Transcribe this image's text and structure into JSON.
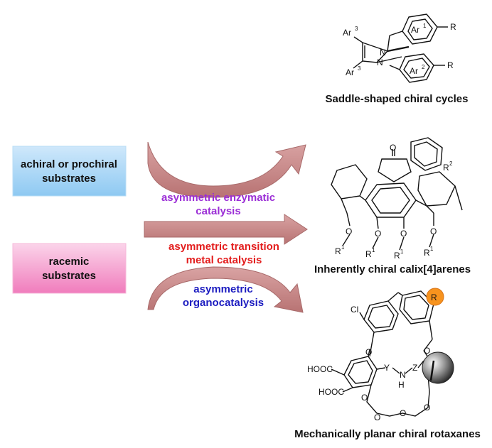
{
  "colors": {
    "blue_box_top": "#cfe8fb",
    "blue_box_bottom": "#8ec9f2",
    "pink_box_top": "#fbd4ea",
    "pink_box_bottom": "#f07cbc",
    "arrow_fill": "#c98c8c",
    "arrow_dark": "#b06b6b",
    "enzymatic_text": "#9b2ed6",
    "transition_text": "#e31d1d",
    "organo_text": "#1c1cc0",
    "r_badge": "#f7931e"
  },
  "substrates": {
    "achiral_line1": "achiral or prochiral",
    "achiral_line2": "substrates",
    "racemic_line1": "racemic",
    "racemic_line2": "substrates"
  },
  "catalysis": {
    "enzymatic_line1": "asymmetric enzymatic",
    "enzymatic_line2": "catalysis",
    "transition_line1": "asymmetric transition",
    "transition_line2": "metal catalysis",
    "organo_line1": "asymmetric",
    "organo_line2": "organocatalysis"
  },
  "products": {
    "saddle_caption": "Saddle-shaped chiral cycles",
    "calix_caption": "Inherently chiral calix[4]arenes",
    "rotaxane_caption": "Mechanically planar chiral rotaxanes"
  },
  "saddle_labels": {
    "ar3_top": "Ar",
    "ar3_top_sup": "3",
    "ar3_bottom": "Ar",
    "ar3_bottom_sup": "3",
    "ar1": "Ar",
    "ar1_sup": "1",
    "ar2": "Ar",
    "ar2_sup": "2",
    "n1": "N",
    "n2": "N",
    "r_top": "R",
    "r_bottom": "R"
  },
  "calix_labels": {
    "o_carbonyl": "O",
    "r2": "R",
    "r2_sup": "2",
    "o1": "O",
    "o2": "O",
    "o3": "O",
    "o4": "O",
    "r1a": "R",
    "r1b": "R",
    "r1c": "R",
    "r1d": "R",
    "r1_sup": "1"
  },
  "rotaxane_labels": {
    "cl": "Cl",
    "r_badge": "R",
    "o_left": "O",
    "o_right": "O",
    "y": "Y",
    "z": "Z",
    "n": "N",
    "h": "H",
    "hooc_top": "HOOC",
    "hooc_bottom": "HOOC",
    "o_r1": "O",
    "o_r2": "O",
    "o_r3": "O",
    "o_r4": "O"
  }
}
